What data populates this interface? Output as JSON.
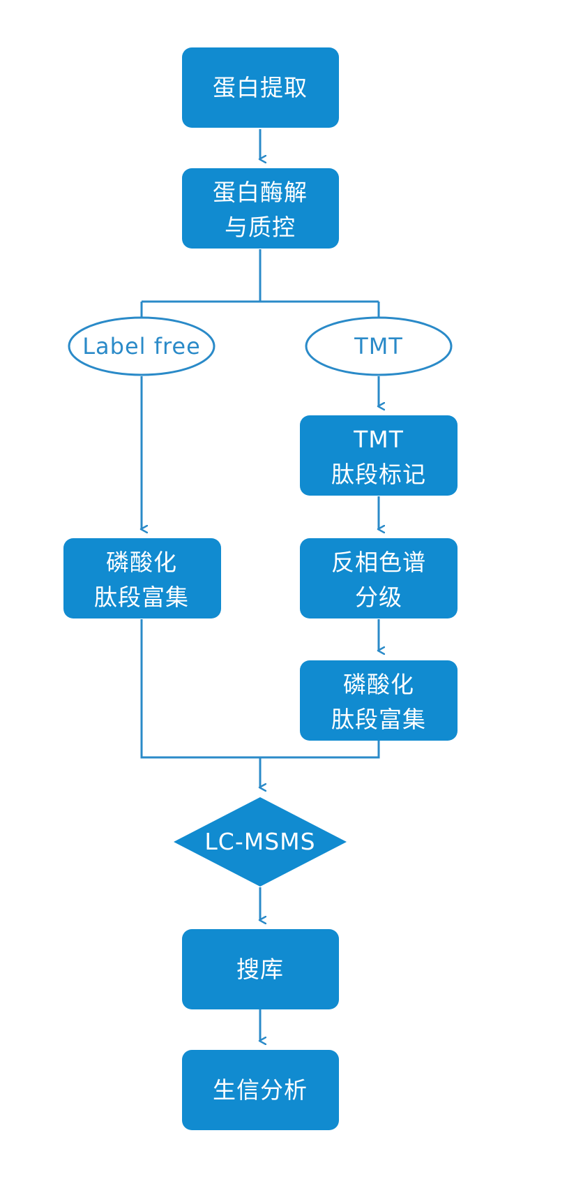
{
  "colors": {
    "box_fill": "#118bd0",
    "line": "#2a8ac8",
    "oval_stroke": "#2a8ac8",
    "oval_text": "#2a8ac8",
    "box_text": "#ffffff",
    "background": "#ffffff"
  },
  "nodes": {
    "protein_extraction": {
      "lines": [
        "蛋白提取"
      ]
    },
    "digestion_qc": {
      "lines": [
        "蛋白酶解",
        "与质控"
      ]
    },
    "label_free": {
      "lines": [
        "Label free"
      ]
    },
    "tmt": {
      "lines": [
        "TMT"
      ]
    },
    "tmt_labeling": {
      "lines": [
        "TMT",
        "肽段标记"
      ]
    },
    "rp_fractionation": {
      "lines": [
        "反相色谱",
        "分级"
      ]
    },
    "enrich_left": {
      "lines": [
        "磷酸化",
        "肽段富集"
      ]
    },
    "enrich_right": {
      "lines": [
        "磷酸化",
        "肽段富集"
      ]
    },
    "lcmsms": {
      "lines": [
        "LC-MSMS"
      ]
    },
    "db_search": {
      "lines": [
        "搜库"
      ]
    },
    "bioinformatics": {
      "lines": [
        "生信分析"
      ]
    }
  }
}
